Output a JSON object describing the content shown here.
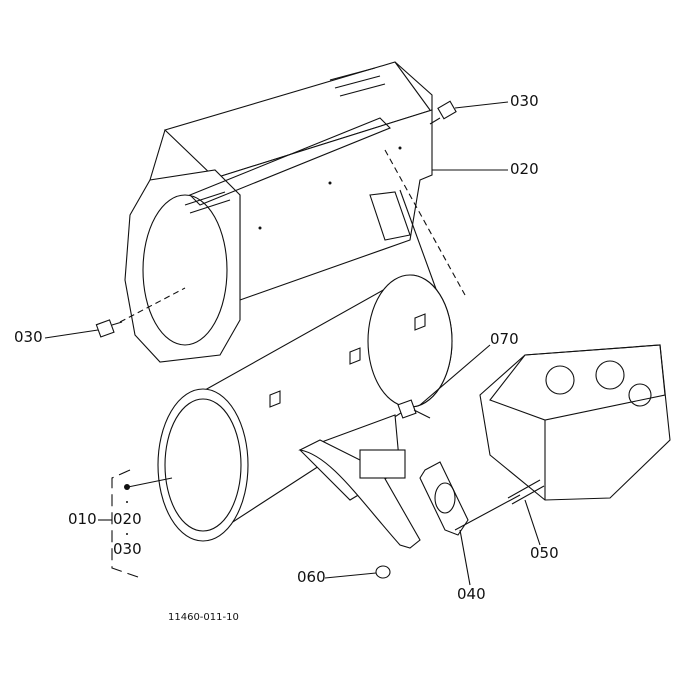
{
  "diagram": {
    "callouts": {
      "bolt_top": "030",
      "heat_shield": "020",
      "bolt_left": "030",
      "bolt_muffler": "070",
      "assembly": "010",
      "assembly_sub_1": "020",
      "assembly_sub_2": "030",
      "nut": "060",
      "gasket": "040",
      "stud": "050"
    },
    "drawing_code": "11460-011-10"
  }
}
